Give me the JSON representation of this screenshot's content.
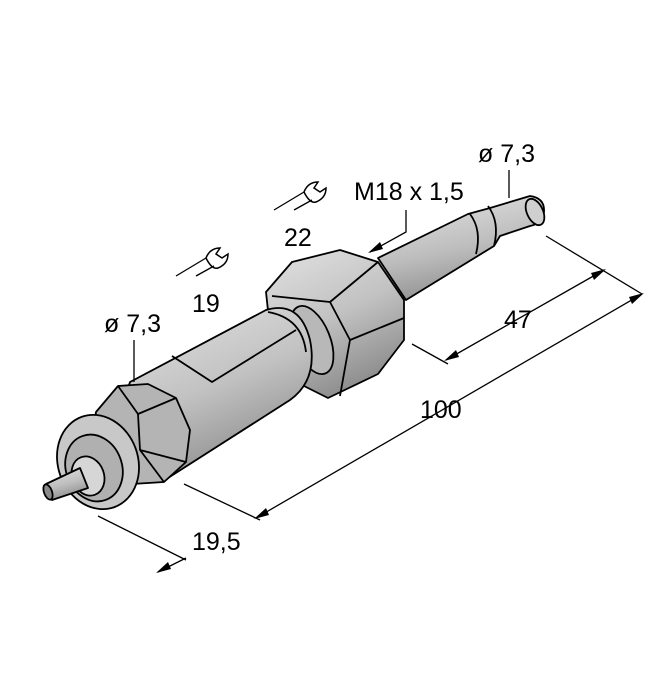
{
  "dimensions": {
    "left_diameter": "ø 7,3",
    "right_diameter": "ø 7,3",
    "thread": "M18 x 1,5",
    "wrench_small": "19",
    "wrench_large": "22",
    "length_47": "47",
    "length_100": "100",
    "length_19_5": "19,5"
  },
  "icons": {
    "wrench_small": "wrench-icon",
    "wrench_large": "wrench-icon"
  },
  "colors": {
    "body": "#c4c4c4",
    "body_shade": "#9c9c9c",
    "body_light": "#dcdcdc",
    "line": "#000000"
  }
}
